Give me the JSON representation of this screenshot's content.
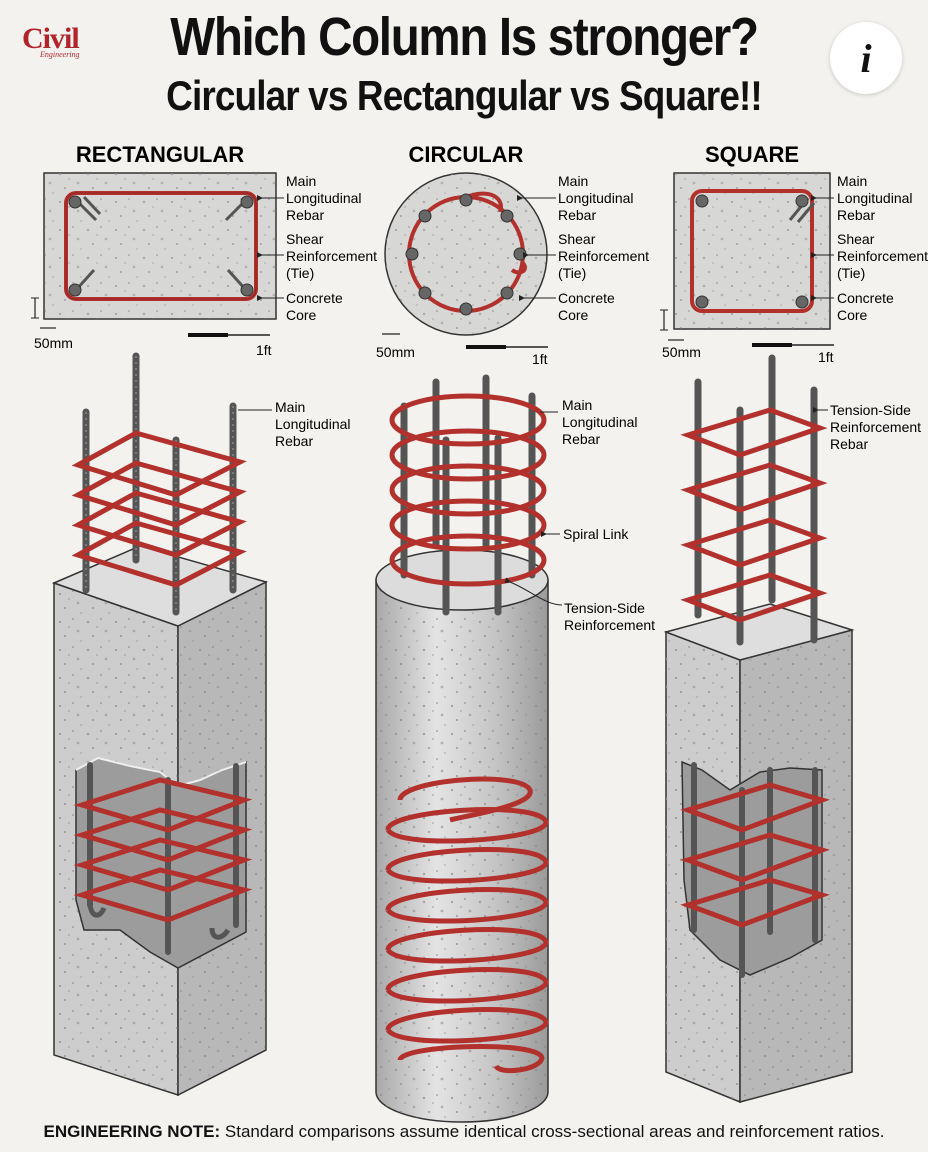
{
  "logo": {
    "text": "Civil",
    "sub": "Engineering"
  },
  "title": "Which Column Is stronger?",
  "subtitle": "Circular vs Rectangular vs Square!!",
  "info_icon": "i",
  "sections": {
    "rectangular": {
      "heading": "RECTANGULAR",
      "label_main": [
        "Main",
        "Longitudinal",
        "Rebar"
      ],
      "label_shear": [
        "Shear",
        "Reinforcement",
        "(Tie)"
      ],
      "label_core": [
        "Concrete",
        "Core"
      ],
      "scale_small": "50mm",
      "scale_large": "1ft",
      "iso_label": [
        "Main",
        "Longitudinal",
        "Rebar"
      ]
    },
    "circular": {
      "heading": "CIRCULAR",
      "label_main": [
        "Main",
        "Longitudinal",
        "Rebar"
      ],
      "label_shear": [
        "Shear",
        "Reinforcement",
        "(Tie)"
      ],
      "label_core": [
        "Concrete",
        "Core"
      ],
      "scale_small": "50mm",
      "scale_large": "1ft",
      "iso_label_main": [
        "Main",
        "Longitudinal",
        "Rebar"
      ],
      "iso_label_spiral": "Spiral Link",
      "iso_label_tension": [
        "Tension-Side",
        "Reinforcement"
      ]
    },
    "square": {
      "heading": "SQUARE",
      "label_main": [
        "Main",
        "Longitudinal",
        "Rebar"
      ],
      "label_shear": [
        "Shear",
        "Reinforcement",
        "(Tie)"
      ],
      "label_core": [
        "Concrete",
        "Core"
      ],
      "scale_small": "50mm",
      "scale_large": "1ft",
      "iso_label": [
        "Tension-Side",
        "Reinforcement",
        "Rebar"
      ]
    }
  },
  "note": {
    "label": "ENGINEERING NOTE:",
    "text": "Standard comparisons assume identical cross-sectional areas and reinforcement ratios."
  },
  "colors": {
    "rebar": "#b3312d",
    "steel": "#555555",
    "concrete": "#cfcfcf",
    "background": "#f3f2ef"
  }
}
